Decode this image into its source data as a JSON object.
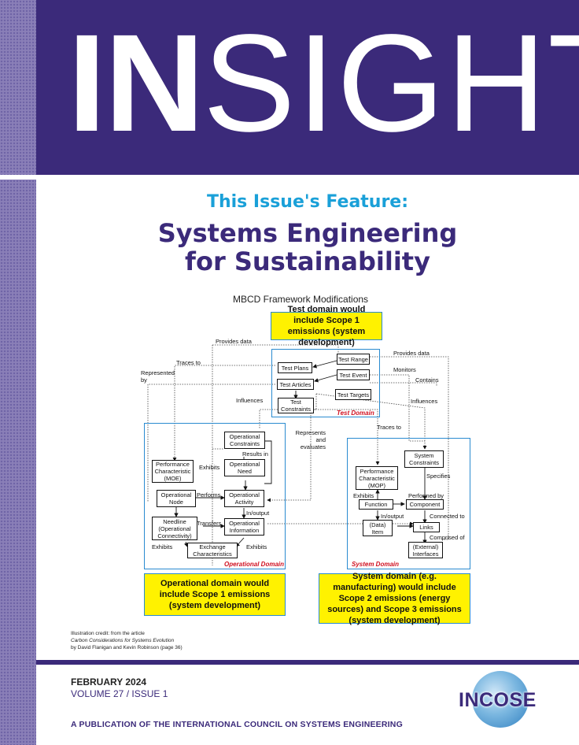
{
  "masthead": {
    "title_bold": "IN",
    "title_light": "SIGHT"
  },
  "feature": {
    "lead": "This Issue's Feature:",
    "title_line1": "Systems Engineering",
    "title_line2": "for Sustainability"
  },
  "diagram": {
    "title": "MBCD Framework Modifications",
    "callouts": {
      "test": "Test domain would include Scope 1 emissions (system development)",
      "operational": "Operational domain would include Scope 1 emissions (system development)",
      "system": "System domain (e.g. manufacturing) would include Scope 2 emissions (energy sources) and Scope 3 emissions (system development)"
    },
    "domains": {
      "test": "Test Domain",
      "operational": "Operational Domain",
      "system": "System Domain"
    },
    "nodes": {
      "test_plans": "Test Plans",
      "test_range": "Test Range",
      "test_event": "Test Event",
      "test_articles": "Test Articles",
      "test_targets": "Test Targets",
      "test_constraints": "Test Constraints",
      "op_constraints": "Operational Constraints",
      "op_need": "Operational Need",
      "perf_moe": "Performance Characteristic (MOE)",
      "op_node": "Operational Node",
      "op_activity": "Operational Activity",
      "needline": "Needline (Operational Connectivity)",
      "op_info": "Operational Information",
      "exchange": "Exchange Characteristics",
      "sys_constraints": "System Constraints",
      "perf_mop": "Performance Characteristic (MOP)",
      "function": "Function",
      "component": "Component",
      "data_item": "(Data) Item",
      "links": "Links",
      "ext_interfaces": "(External) Interfaces"
    },
    "relations": {
      "provides_data_1": "Provides data",
      "provides_data_2": "Provides data",
      "traces_to_1": "Traces to",
      "represented_by": "Represented by",
      "monitors": "Monitors",
      "contains": "Contains",
      "influences_1": "Influences",
      "influences_2": "Influences",
      "represents_evaluates": "Represents and evaluates",
      "traces_to_2": "Traces to",
      "results_in": "Results in",
      "exhibits_1": "Exhibits",
      "performs": "Performs",
      "in_output_1": "In/output",
      "transfers": "Transfers",
      "exhibits_2": "Exhibits",
      "exhibits_3": "Exhibits",
      "specifies": "Specifies",
      "exhibits_4": "Exhibits",
      "performed_by": "Performed by",
      "in_output_2": "In/output",
      "connected_to": "Connected to",
      "comprised_of": "Comprised of"
    }
  },
  "credit": {
    "line1": "Illustration credit: from the article",
    "line2": "Carbon Considerations for Systems Evolution",
    "line3": "by David Flanigan and Kevin Robinson (page 36)"
  },
  "footer": {
    "date": "FEBRUARY 2024",
    "volume": "VOLUME 27 / ISSUE 1",
    "publication": "A PUBLICATION OF THE INTERNATIONAL COUNCIL ON SYSTEMS ENGINEERING",
    "logo": "INCOSE"
  }
}
